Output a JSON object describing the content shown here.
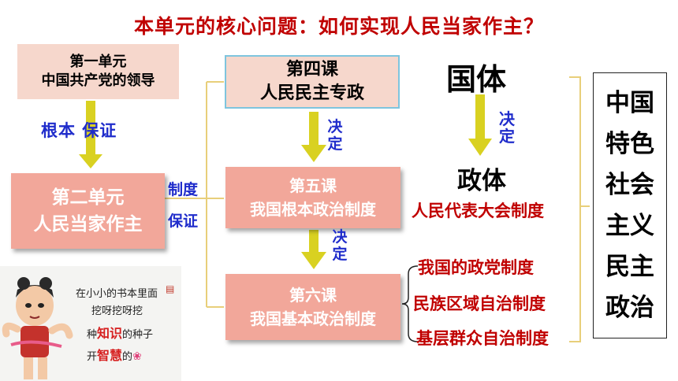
{
  "title": "本单元的核心问题：如何实现人民当家作主？",
  "unit1": {
    "line1": "第一单元",
    "line2": "中国共产党的领导"
  },
  "unit2": {
    "line1": "第二单元",
    "line2": "人民当家作主"
  },
  "relation_unit1_unit2": "根本 保证",
  "relation_unit2_lessons": {
    "line1": "制度",
    "line2": "保证"
  },
  "lesson4": {
    "line1": "第四课",
    "line2": "人民民主专政"
  },
  "lesson5": {
    "line1": "第五课",
    "line2": "我国根本政治制度"
  },
  "lesson6": {
    "line1": "第六课",
    "line2": "我国基本政治制度"
  },
  "decide_label": "决定",
  "guoti": "国体",
  "zhengti": "政体",
  "zhengti_system": "人民代表大会制度",
  "basic_systems": [
    "我国的政党制度",
    "民族区域自治制度",
    "基层群众自治制度"
  ],
  "right_box_lines": [
    "中国",
    "特色",
    "社会",
    "主义",
    "民主",
    "政治"
  ],
  "cartoon": {
    "line1": "在小小的书本里面",
    "line2": "挖呀挖呀挖",
    "line3_a": "种",
    "line3_b": "知识",
    "line3_c": "的种子",
    "line4_a": "开",
    "line4_b": "智慧",
    "line4_c": "的"
  },
  "colors": {
    "title_red": "#c00000",
    "label_blue": "#1f2ccb",
    "arrow_yellow": "#d9d121",
    "box_pink": "#f2a79a",
    "box_light": "#f6d7cc"
  }
}
